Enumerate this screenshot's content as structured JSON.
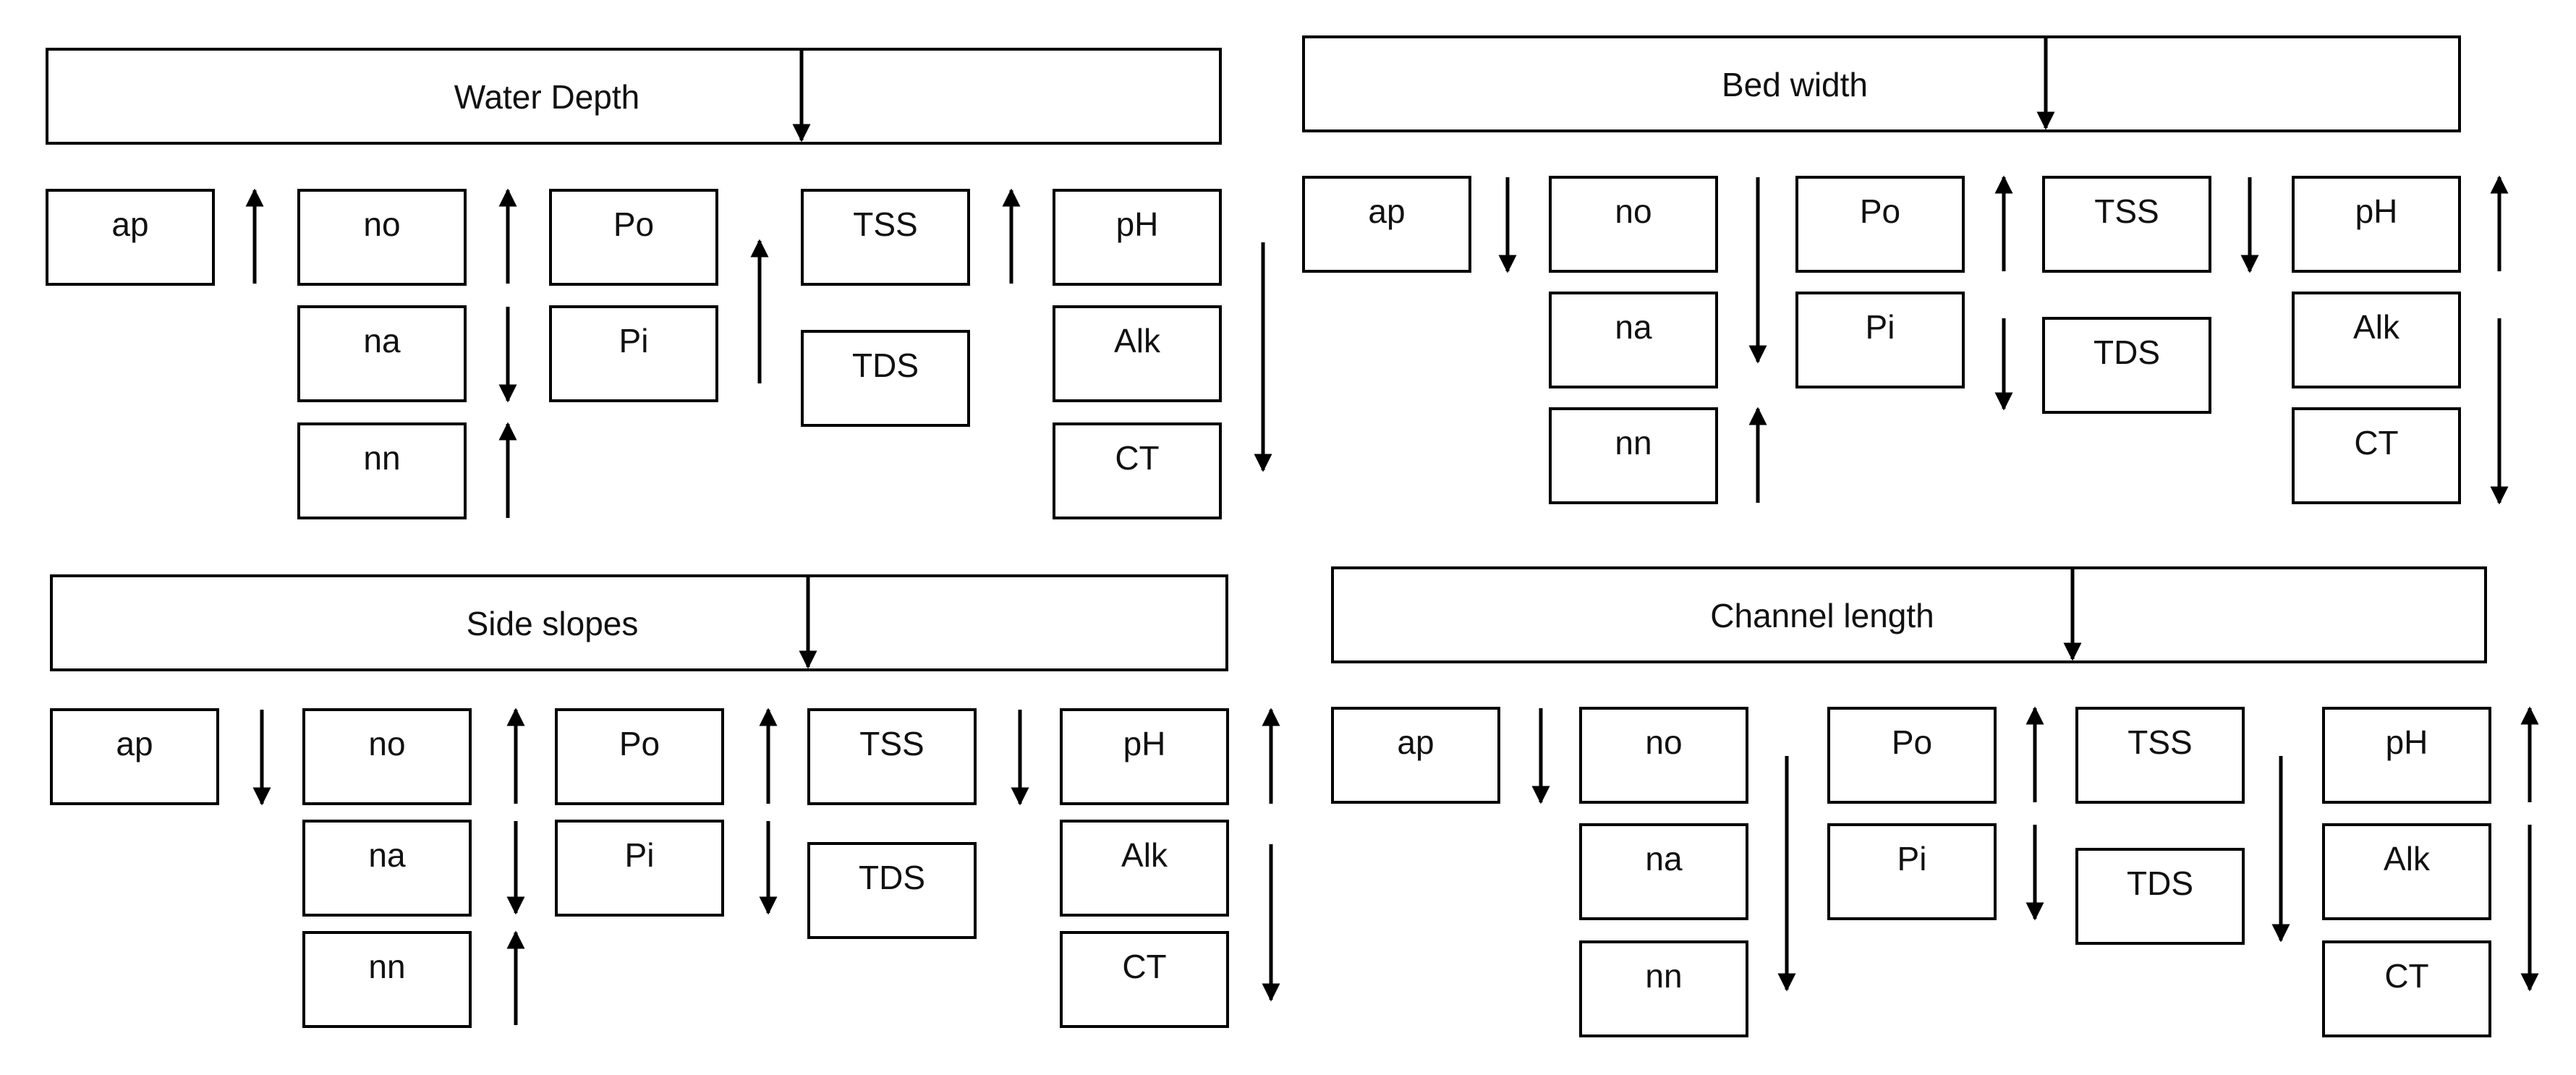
{
  "panels": [
    {
      "header": "Water Depth",
      "header_arrow": "down",
      "boxes": [
        {
          "id": "ap",
          "label": "ap"
        },
        {
          "id": "no",
          "label": "no"
        },
        {
          "id": "na",
          "label": "na"
        },
        {
          "id": "nn",
          "label": "nn"
        },
        {
          "id": "Po",
          "label": "Po"
        },
        {
          "id": "Pi",
          "label": "Pi"
        },
        {
          "id": "TSS",
          "label": "TSS"
        },
        {
          "id": "TDS",
          "label": "TDS"
        },
        {
          "id": "pH",
          "label": "pH"
        },
        {
          "id": "Alk",
          "label": "Alk"
        },
        {
          "id": "CT",
          "label": "CT"
        }
      ],
      "arrows": [
        {
          "target": "ap",
          "direction": "up"
        },
        {
          "target": "no",
          "direction": "up"
        },
        {
          "target": "na",
          "direction": "down"
        },
        {
          "target": "nn",
          "direction": "up"
        },
        {
          "target": "Po, Pi",
          "direction": "up"
        },
        {
          "target": "TSS",
          "direction": "up"
        },
        {
          "target": "pH, Alk, CT",
          "direction": "down"
        }
      ]
    },
    {
      "header": "Bed width",
      "header_arrow": "down",
      "boxes": [
        {
          "id": "ap",
          "label": "ap"
        },
        {
          "id": "no",
          "label": "no"
        },
        {
          "id": "na",
          "label": "na"
        },
        {
          "id": "nn",
          "label": "nn"
        },
        {
          "id": "Po",
          "label": "Po"
        },
        {
          "id": "Pi",
          "label": "Pi"
        },
        {
          "id": "TSS",
          "label": "TSS"
        },
        {
          "id": "TDS",
          "label": "TDS"
        },
        {
          "id": "pH",
          "label": "pH"
        },
        {
          "id": "Alk",
          "label": "Alk"
        },
        {
          "id": "CT",
          "label": "CT"
        }
      ],
      "arrows": [
        {
          "target": "ap",
          "direction": "down"
        },
        {
          "target": "no, na",
          "direction": "down"
        },
        {
          "target": "nn",
          "direction": "up"
        },
        {
          "target": "Po",
          "direction": "up"
        },
        {
          "target": "Pi",
          "direction": "down"
        },
        {
          "target": "TSS",
          "direction": "down"
        },
        {
          "target": "pH",
          "direction": "up"
        },
        {
          "target": "Alk, CT",
          "direction": "down"
        }
      ]
    },
    {
      "header": "Side slopes",
      "header_arrow": "down",
      "boxes": [
        {
          "id": "ap",
          "label": "ap"
        },
        {
          "id": "no",
          "label": "no"
        },
        {
          "id": "na",
          "label": "na"
        },
        {
          "id": "nn",
          "label": "nn"
        },
        {
          "id": "Po",
          "label": "Po"
        },
        {
          "id": "Pi",
          "label": "Pi"
        },
        {
          "id": "TSS",
          "label": "TSS"
        },
        {
          "id": "TDS",
          "label": "TDS"
        },
        {
          "id": "pH",
          "label": "pH"
        },
        {
          "id": "Alk",
          "label": "Alk"
        },
        {
          "id": "CT",
          "label": "CT"
        }
      ],
      "arrows": [
        {
          "target": "ap",
          "direction": "down"
        },
        {
          "target": "no",
          "direction": "up"
        },
        {
          "target": "na",
          "direction": "down"
        },
        {
          "target": "nn",
          "direction": "up"
        },
        {
          "target": "Po",
          "direction": "up"
        },
        {
          "target": "Pi",
          "direction": "down"
        },
        {
          "target": "TSS",
          "direction": "down"
        },
        {
          "target": "pH",
          "direction": "up"
        },
        {
          "target": "Alk, CT",
          "direction": "down"
        }
      ]
    },
    {
      "header": "Channel length",
      "header_arrow": "down",
      "boxes": [
        {
          "id": "ap",
          "label": "ap"
        },
        {
          "id": "no",
          "label": "no"
        },
        {
          "id": "na",
          "label": "na"
        },
        {
          "id": "nn",
          "label": "nn"
        },
        {
          "id": "Po",
          "label": "Po"
        },
        {
          "id": "Pi",
          "label": "Pi"
        },
        {
          "id": "TSS",
          "label": "TSS"
        },
        {
          "id": "TDS",
          "label": "TDS"
        },
        {
          "id": "pH",
          "label": "pH"
        },
        {
          "id": "Alk",
          "label": "Alk"
        },
        {
          "id": "CT",
          "label": "CT"
        }
      ],
      "arrows": [
        {
          "target": "ap",
          "direction": "down"
        },
        {
          "target": "no, na, nn",
          "direction": "down"
        },
        {
          "target": "Po",
          "direction": "up"
        },
        {
          "target": "Pi",
          "direction": "down"
        },
        {
          "target": "TSS, TDS",
          "direction": "down"
        },
        {
          "target": "pH",
          "direction": "up"
        },
        {
          "target": "Alk, CT",
          "direction": "down"
        }
      ]
    }
  ]
}
